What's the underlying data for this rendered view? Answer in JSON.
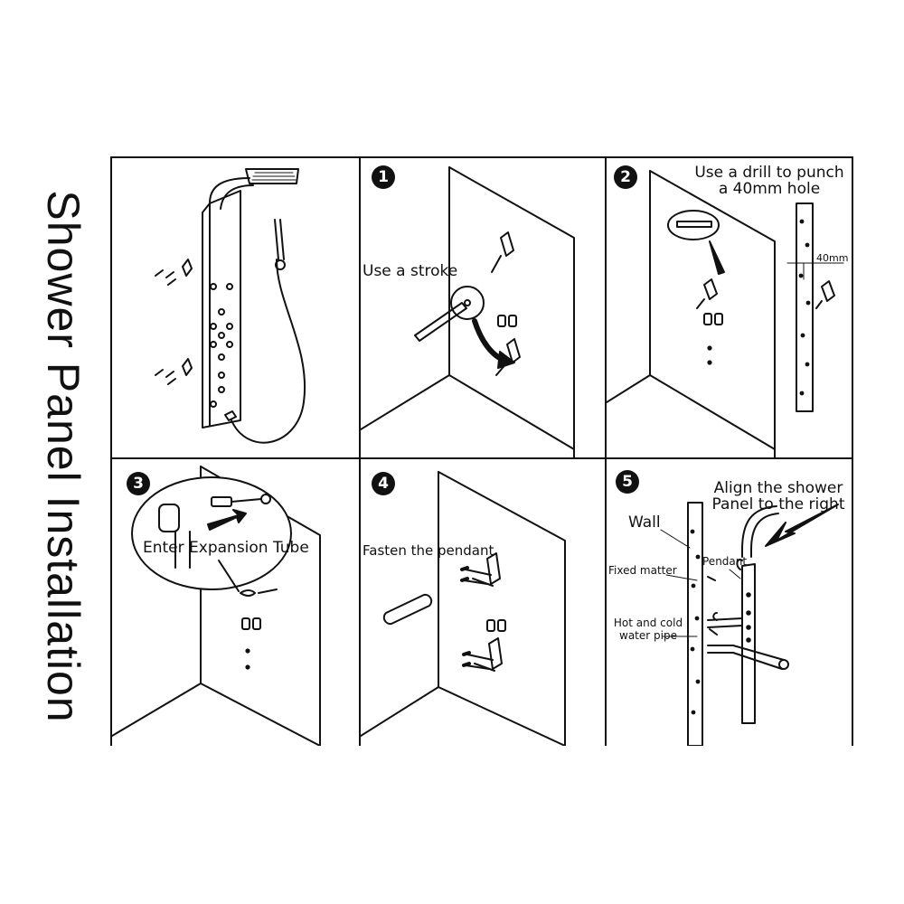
{
  "title": "Shower Panel Installation",
  "colors": {
    "ink": "#111111",
    "paper": "#ffffff"
  },
  "panels": [
    {
      "id": "overview"
    },
    {
      "step": "1",
      "caption": "Use a stroke"
    },
    {
      "step": "2",
      "caption_line1": "Use a drill to punch",
      "caption_line2": "a 40mm hole",
      "dimension": "40mm"
    },
    {
      "step": "3",
      "caption": "Enter Expansion Tube"
    },
    {
      "step": "4",
      "caption": "Fasten the pendant"
    },
    {
      "step": "5",
      "caption_line1": "Align the shower",
      "caption_line2": "Panel to the right",
      "wall": "Wall",
      "pendant": "Pendant",
      "fixed": "Fixed matter",
      "pipe_line1": "Hot and cold",
      "pipe_line2": "water pipe"
    }
  ]
}
